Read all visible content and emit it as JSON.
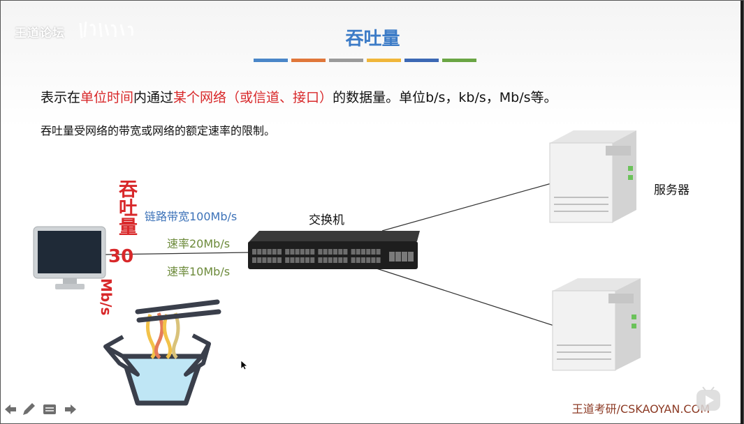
{
  "watermark_top_left": "王道论坛",
  "title": "吞吐量",
  "title_bar_colors": [
    "#4a86c8",
    "#e0773a",
    "#9a9a9a",
    "#f0b63a",
    "#3c68b4",
    "#6aa544"
  ],
  "line1": {
    "p1": "表示在",
    "p2": "单位时间",
    "p3": "内通过",
    "p4": "某个网络（或信道、接口）",
    "p5": "的数据量。单位b/s，kb/s，Mb/s等。"
  },
  "line2": "吞吐量受网络的带宽或网络的额定速率的限制。",
  "throughput_label": "吞吐量",
  "throughput_value": "30",
  "throughput_unit": "Mb/s",
  "link_bandwidth_label": "链路带宽100Mb/s",
  "rate_20_label": "速率20Mb/s",
  "rate_10_label": "速率10Mb/s",
  "switch_label": "交换机",
  "server_label": "服务器",
  "watermark_bottom_right": "王道考研/CSKAOYAN.COM",
  "icons": [
    "monitor-icon",
    "switch-icon",
    "server-icon",
    "noodle-box-icon",
    "prev-icon",
    "pen-icon",
    "menu-icon",
    "next-icon",
    "play-icon",
    "cursor-icon"
  ]
}
